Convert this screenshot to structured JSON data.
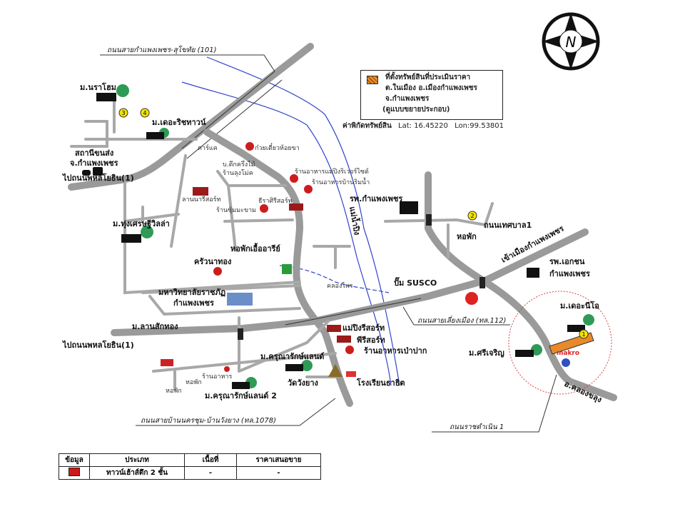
{
  "legend": {
    "swatch_color": "#e98a2a",
    "lines": [
      "ที่ตั้งทรัพย์สินที่ประเมินราคา",
      "ต.ในเมือง อ.เมืองกำแพงเพชร",
      "จ.กำแพงเพชร",
      "(ดูแบบขยายประกอบ)"
    ]
  },
  "coordinates": {
    "label": "ค่าพิกัดทรัพย์สิน",
    "lat": "Lat: 16.45220",
    "lon": "Lon:99.53801"
  },
  "compass": {
    "letter": "N"
  },
  "roads": {
    "r101": "ถนนสายกำแพงเพชร-สุโขทัย (101)",
    "r112": "ถนนสายเลี่ยงเมือง (ทล.112)",
    "r1078": "ถนนสายบ้านนครชุม-บ้านวังยาง (ทล.1078)",
    "ratchadamnoen": "ถนนราชดำเนิน 1",
    "tesaban": "ถนนเทศบาล1",
    "to_phahon_1": "ไปถนนพหลโยธิน(1)",
    "to_phahon_2": "ไปถนนพหลโยธิน(1)",
    "into_city": "เข้าเมืองกำแพงเพชร",
    "khlong_khlung": "อ.คลองขลุง"
  },
  "places": {
    "narathip": "ม.นราโฮม",
    "the_richway": "ม.เดอะริชทาวน์",
    "bus_station_1": "สถานีขนส่ง",
    "bus_station_2": "จ.กำแพงเพชร",
    "carnac": "คาร์แค",
    "noodle": "ก๋วยเตี๋ยวห้อยขา",
    "tuk1": "บ.ตึกครึ่งไม้",
    "tuk2": "ร้านลุงโม่ค",
    "rest_maeping": "ร้านอาหารแม่ปิงริเวอร์ไซด์",
    "rest_riverside": "ร้านอาหารบ้านริมน้ำ",
    "hospital_kpp": "รพ.กำแพงเพชร",
    "river": "แม่น้ำปิง",
    "lanna_resort": "ลานนารีสอร์ท",
    "sirawadee": "ธีราศิรีสอร์ท",
    "chum": "ร้านซุ้มมะขาม",
    "thung_villa": "ม.ทุ่งเศรษฐีวิลล่า",
    "dorm_ua": "หอพักเอื้ออารีย์",
    "krua_nathong": "ครัวนาทอง",
    "khlong_phai": "คลองไพร",
    "univ_1": "มหาวิทยาลัยราชภัฏ",
    "univ_2": "กำแพงเพชร",
    "lansak": "ม.ลานสักทอง",
    "maeping_resort": "แม่ปิงรีสอร์ท",
    "pp_resort": "พีรีสอร์ท",
    "rest_paopak": "ร้านอาหารเป่าปาก",
    "karuna_land": "ม.ครุณารักษ์แลนด์",
    "karuna_land2": "ม.ครุณารักษ์แลนด์ 2",
    "wat_wangyang": "วัดวังยาง",
    "school": "โรงเรียนธาธิต",
    "small_rest": "ร้านอาหาร",
    "dorm_small1": "หอพัก",
    "dorm_small2": "หอพัก",
    "susco": "ปั๊ม SUSCO",
    "dorm": "หอพัก",
    "private_hosp_1": "รพ.เอกชน",
    "private_hosp_2": "กำแพงเพชร",
    "the_neo": "ม.เดอะนีโอ",
    "sricharoen": "ม.ศรีเจริญ",
    "makro": "makro"
  },
  "markers": [
    "1",
    "2",
    "3",
    "4"
  ],
  "table": {
    "headers": [
      "ข้อมูล",
      "ประเภท",
      "เนื้อที่",
      "ราคาเสนอขาย"
    ],
    "rows": [
      {
        "type": "ทาวน์เฮ้าส์ตึก 2 ชั้น",
        "area": "-",
        "price": "-",
        "swatch_color": "#d01818"
      }
    ]
  }
}
